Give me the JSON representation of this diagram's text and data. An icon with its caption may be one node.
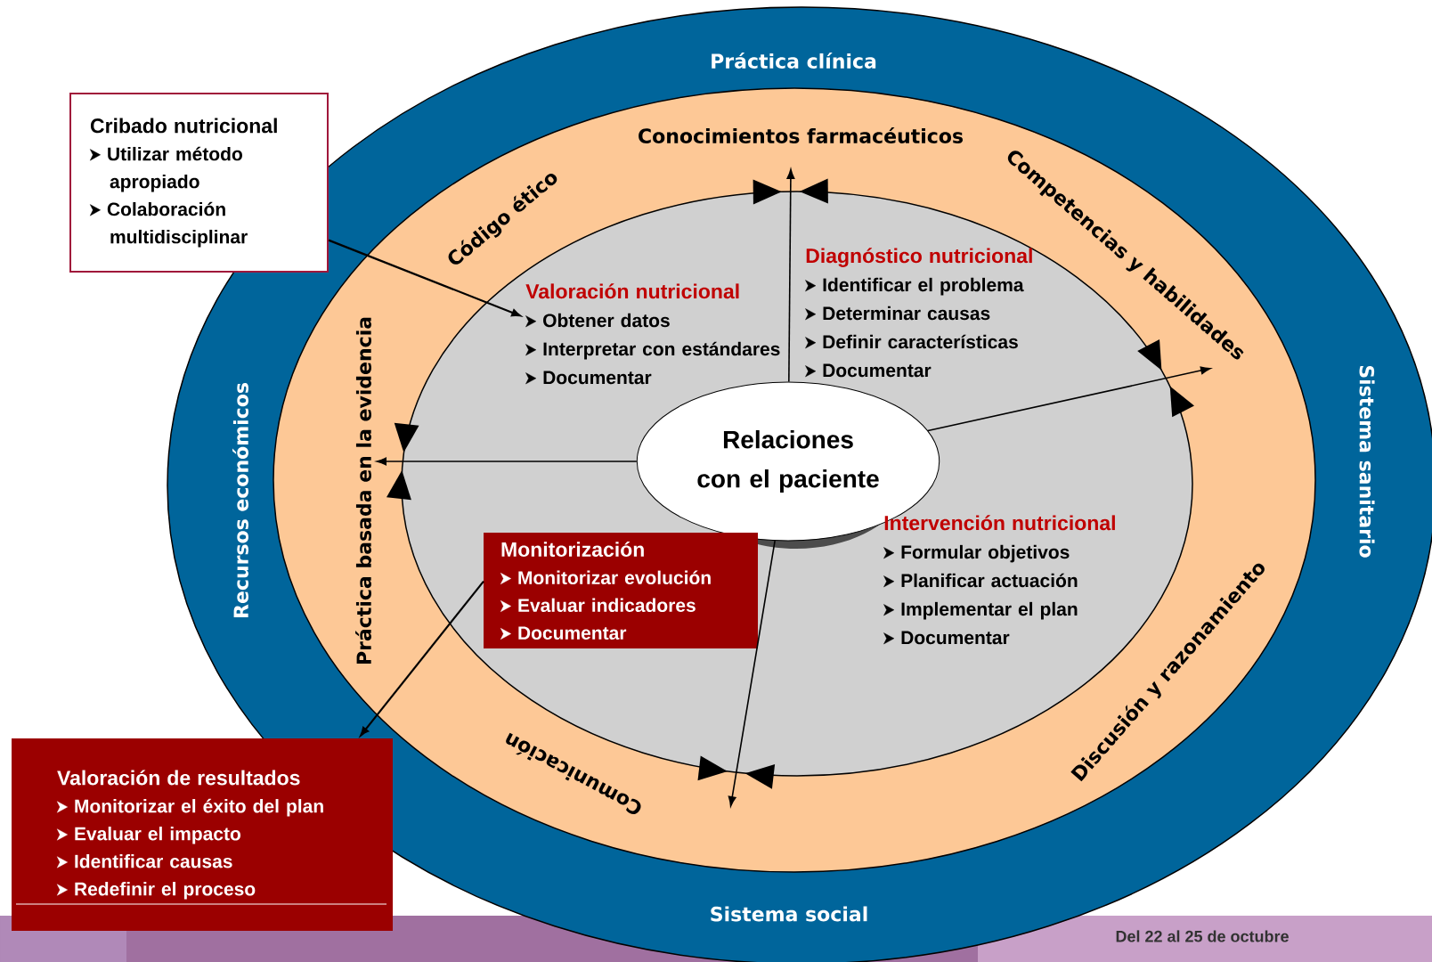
{
  "diagram": {
    "nodes": [
      {
        "text": [
          "Práctica clínica",
          "Recursos económicos",
          "Sistema sanitario",
          "Sistema social"
        ]
      },
      {
        "text": [
          "Conocimientos farmacéuticos",
          "Código ético",
          "Competencias y habilidades",
          "Práctica basada en la evidencia",
          "Discusión y razonamiento",
          "Comunicación"
        ],
        "in": 0
      },
      {
        "text": [],
        "shape": "ellipse",
        "in": 1
      },
      {
        "text": [
          "Relaciones con el paciente"
        ],
        "in": 2
      },
      {
        "text": [
          "Cribado nutricional",
          "Utilizar método apropiado",
          "Colaboración multidisciplinar"
        ]
      },
      {
        "text": [
          "Valoración nutricional",
          "Obtener datos",
          "Interpretar con estándares",
          "Documentar"
        ],
        "in": 2
      },
      {
        "text": [
          "Diagnóstico nutricional",
          "Identificar  el problema",
          "Determinar causas",
          "Definir características",
          "Documentar"
        ],
        "in": 2
      },
      {
        "text": [
          "Intervención nutricional",
          "Formular objetivos",
          "Planificar actuación",
          "Implementar el plan",
          "Documentar"
        ],
        "in": 2
      },
      {
        "text": [
          "Monitorización",
          "Monitorizar evolución",
          "Evaluar  indicadores",
          "Documentar"
        ],
        "in": 2
      },
      {
        "text": [
          "Valoración de resultados",
          "Monitorizar el éxito del plan",
          "Evaluar el impacto",
          "Identificar causas",
          "Redefinir el proceso"
        ]
      }
    ],
    "edges": [
      {
        "from": 4,
        "to": 5,
        "arrow": "to"
      },
      {
        "from": 8,
        "to": 9,
        "arrow": "to"
      },
      {
        "from": 3,
        "to": null,
        "arrow": "to"
      },
      {
        "from": 3,
        "to": null,
        "arrow": "to"
      },
      {
        "from": 3,
        "to": null,
        "arrow": "to"
      },
      {
        "from": 3,
        "to": null,
        "arrow": "to"
      }
    ],
    "labels": [
      "Del 22 al 25 de octubre"
    ]
  }
}
